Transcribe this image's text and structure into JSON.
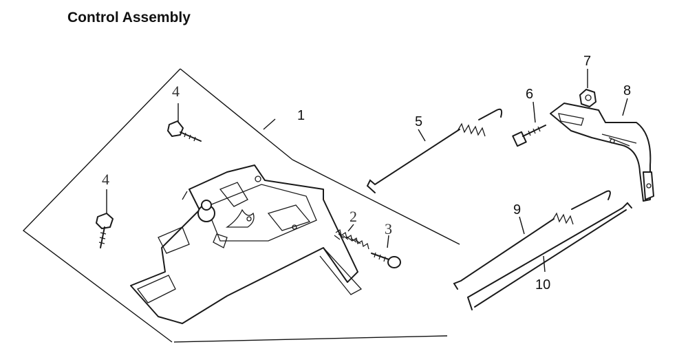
{
  "title": "Control Assembly",
  "callouts": {
    "c1": "1",
    "c2": "2",
    "c3": "3",
    "c4a": "4",
    "c4b": "4",
    "c5": "5",
    "c6": "6",
    "c7": "7",
    "c8": "8",
    "c9": "9",
    "c10": "10"
  }
}
